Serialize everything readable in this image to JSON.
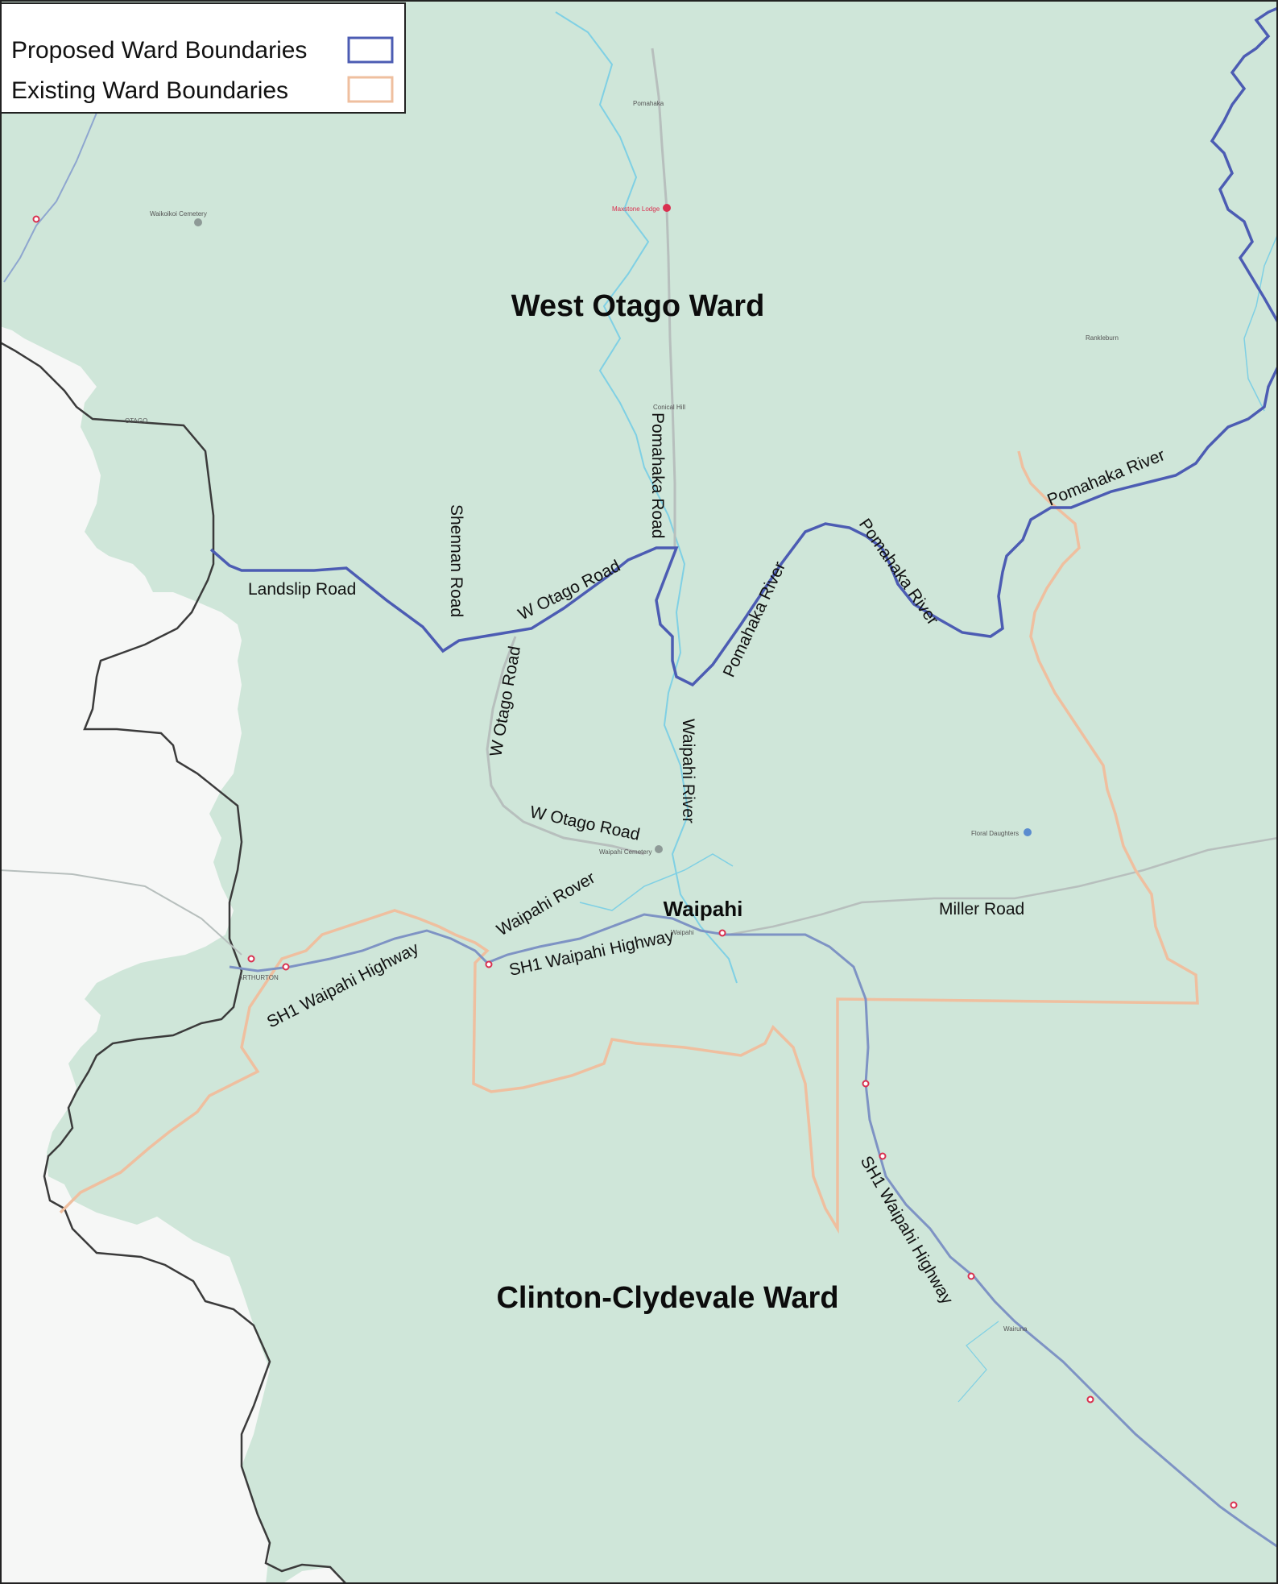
{
  "legend": {
    "items": [
      {
        "label": "Proposed Ward Boundaries",
        "color": "#4c5cb3"
      },
      {
        "label": "Existing Ward Boundaries",
        "color": "#efbf9f"
      }
    ]
  },
  "wards": {
    "north": "West Otago Ward",
    "south": "Clinton-Clydevale Ward"
  },
  "town": "Waipahi",
  "labels": {
    "landslip_road": "Landslip Road",
    "shennan_road": "Shennan Road",
    "w_otago_road_1": "W Otago Road",
    "w_otago_road_2": "W Otago Road",
    "w_otago_road_3": "W Otago Road",
    "pomahaka_road": "Pomahaka Road",
    "pomahaka_river_1": "Pomahaka River",
    "pomahaka_river_2": "Pomahaka River",
    "pomahaka_river_3": "Pomahaka River",
    "waipahi_river": "Waipahi River",
    "waipahi_rover": "Waipahi Rover",
    "miller_road": "Miller Road",
    "sh1_1": "SH1 Waipahi Highway",
    "sh1_2": "SH1 Waipahi Highway",
    "sh1_3": "SH1 Waipahi Highway"
  },
  "place_labels": {
    "pomahaka": "Pomahaka",
    "conical_hill": "Conical Hill",
    "rankleburn": "Rankleburn",
    "waipahi_cemetery": "Waipahi Cemetery",
    "waikoikoi_cemetery": "Waikoikoi Cemetery",
    "arthurton": "ARTHURTON",
    "wairuna": "Wairuna",
    "waipahi_small": "Waipahi",
    "otago": "OTAGO",
    "maxstone_lodge": "Maxstone Lodge",
    "floral_daughters": "Floral Daughters"
  },
  "colors": {
    "land": "#cfe6d9",
    "outside": "#f6f7f6",
    "district_boundary": "#3b3b3b",
    "water": "#7fd0e4",
    "highway": "#7e93c4",
    "minor_road": "#b7bfbd",
    "marker": "#d9304f"
  }
}
